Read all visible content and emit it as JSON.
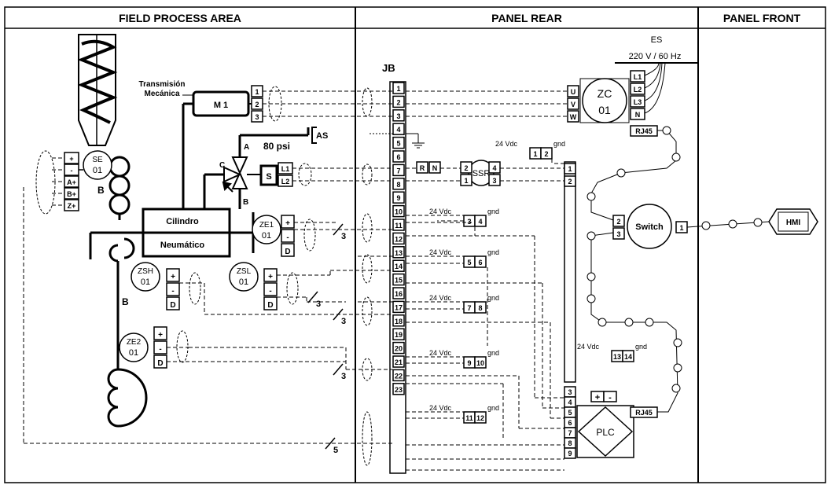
{
  "header": {
    "field": "FIELD PROCESS AREA",
    "rear": "PANEL REAR",
    "front": "PANEL FRONT"
  },
  "mech": {
    "line1": "Transmisión",
    "line2": "Mecánica"
  },
  "motor": "M 1",
  "pressure": "80 psi",
  "as_tag": "AS",
  "valve": {
    "a": "A",
    "b": "B",
    "c": "C",
    "s": "S",
    "l1": "L1",
    "l2": "L2"
  },
  "cylinder": {
    "line1": "Cilindro",
    "line2": "Neumático"
  },
  "se": {
    "tag": "SE",
    "num": "01",
    "terms": [
      "+",
      "-",
      "A+",
      "B+",
      "Z+"
    ]
  },
  "belt_b": "B",
  "ze1": {
    "tag": "ZE1",
    "num": "01"
  },
  "zsh": {
    "tag": "ZSH",
    "num": "01"
  },
  "zsl": {
    "tag": "ZSL",
    "num": "01"
  },
  "ze2": {
    "tag": "ZE2",
    "num": "01"
  },
  "sensor_terms": [
    "+",
    "-",
    "D"
  ],
  "cable_count": "3",
  "cable_count_5": "5",
  "jb": {
    "label": "JB",
    "terms": [
      "1",
      "2",
      "3",
      "4",
      "5",
      "6",
      "7",
      "8",
      "9",
      "10",
      "11",
      "12",
      "13",
      "14",
      "15",
      "16",
      "17",
      "18",
      "19",
      "20",
      "21",
      "22",
      "23"
    ]
  },
  "es": {
    "label": "ES",
    "supply": "220 V / 60 Hz",
    "terms": [
      "L1",
      "L2",
      "L3",
      "N"
    ]
  },
  "zc": {
    "tag": "ZC",
    "num": "01",
    "terms": [
      "U",
      "V",
      "W"
    ],
    "rj45": "RJ45"
  },
  "ssr": {
    "tag": "SSR",
    "in_terms": [
      "2",
      "1"
    ],
    "out_terms": [
      "4",
      "3"
    ],
    "rn": [
      "R",
      "N"
    ]
  },
  "supply": {
    "v": "24 Vdc",
    "gnd": "gnd"
  },
  "ps": [
    [
      "1",
      "2"
    ],
    [
      "3",
      "4"
    ],
    [
      "5",
      "6"
    ],
    [
      "7",
      "8"
    ],
    [
      "9",
      "10"
    ],
    [
      "11",
      "12"
    ],
    [
      "13",
      "14"
    ]
  ],
  "plc": {
    "tag": "PLC",
    "terms": [
      "1",
      "2",
      "3",
      "4",
      "5",
      "6",
      "7",
      "8",
      "9"
    ],
    "rj45": "RJ45",
    "plus": "+",
    "minus": "-"
  },
  "switch": {
    "tag": "Switch",
    "ports": [
      "2",
      "3",
      "1"
    ]
  },
  "hmi": "HMI"
}
